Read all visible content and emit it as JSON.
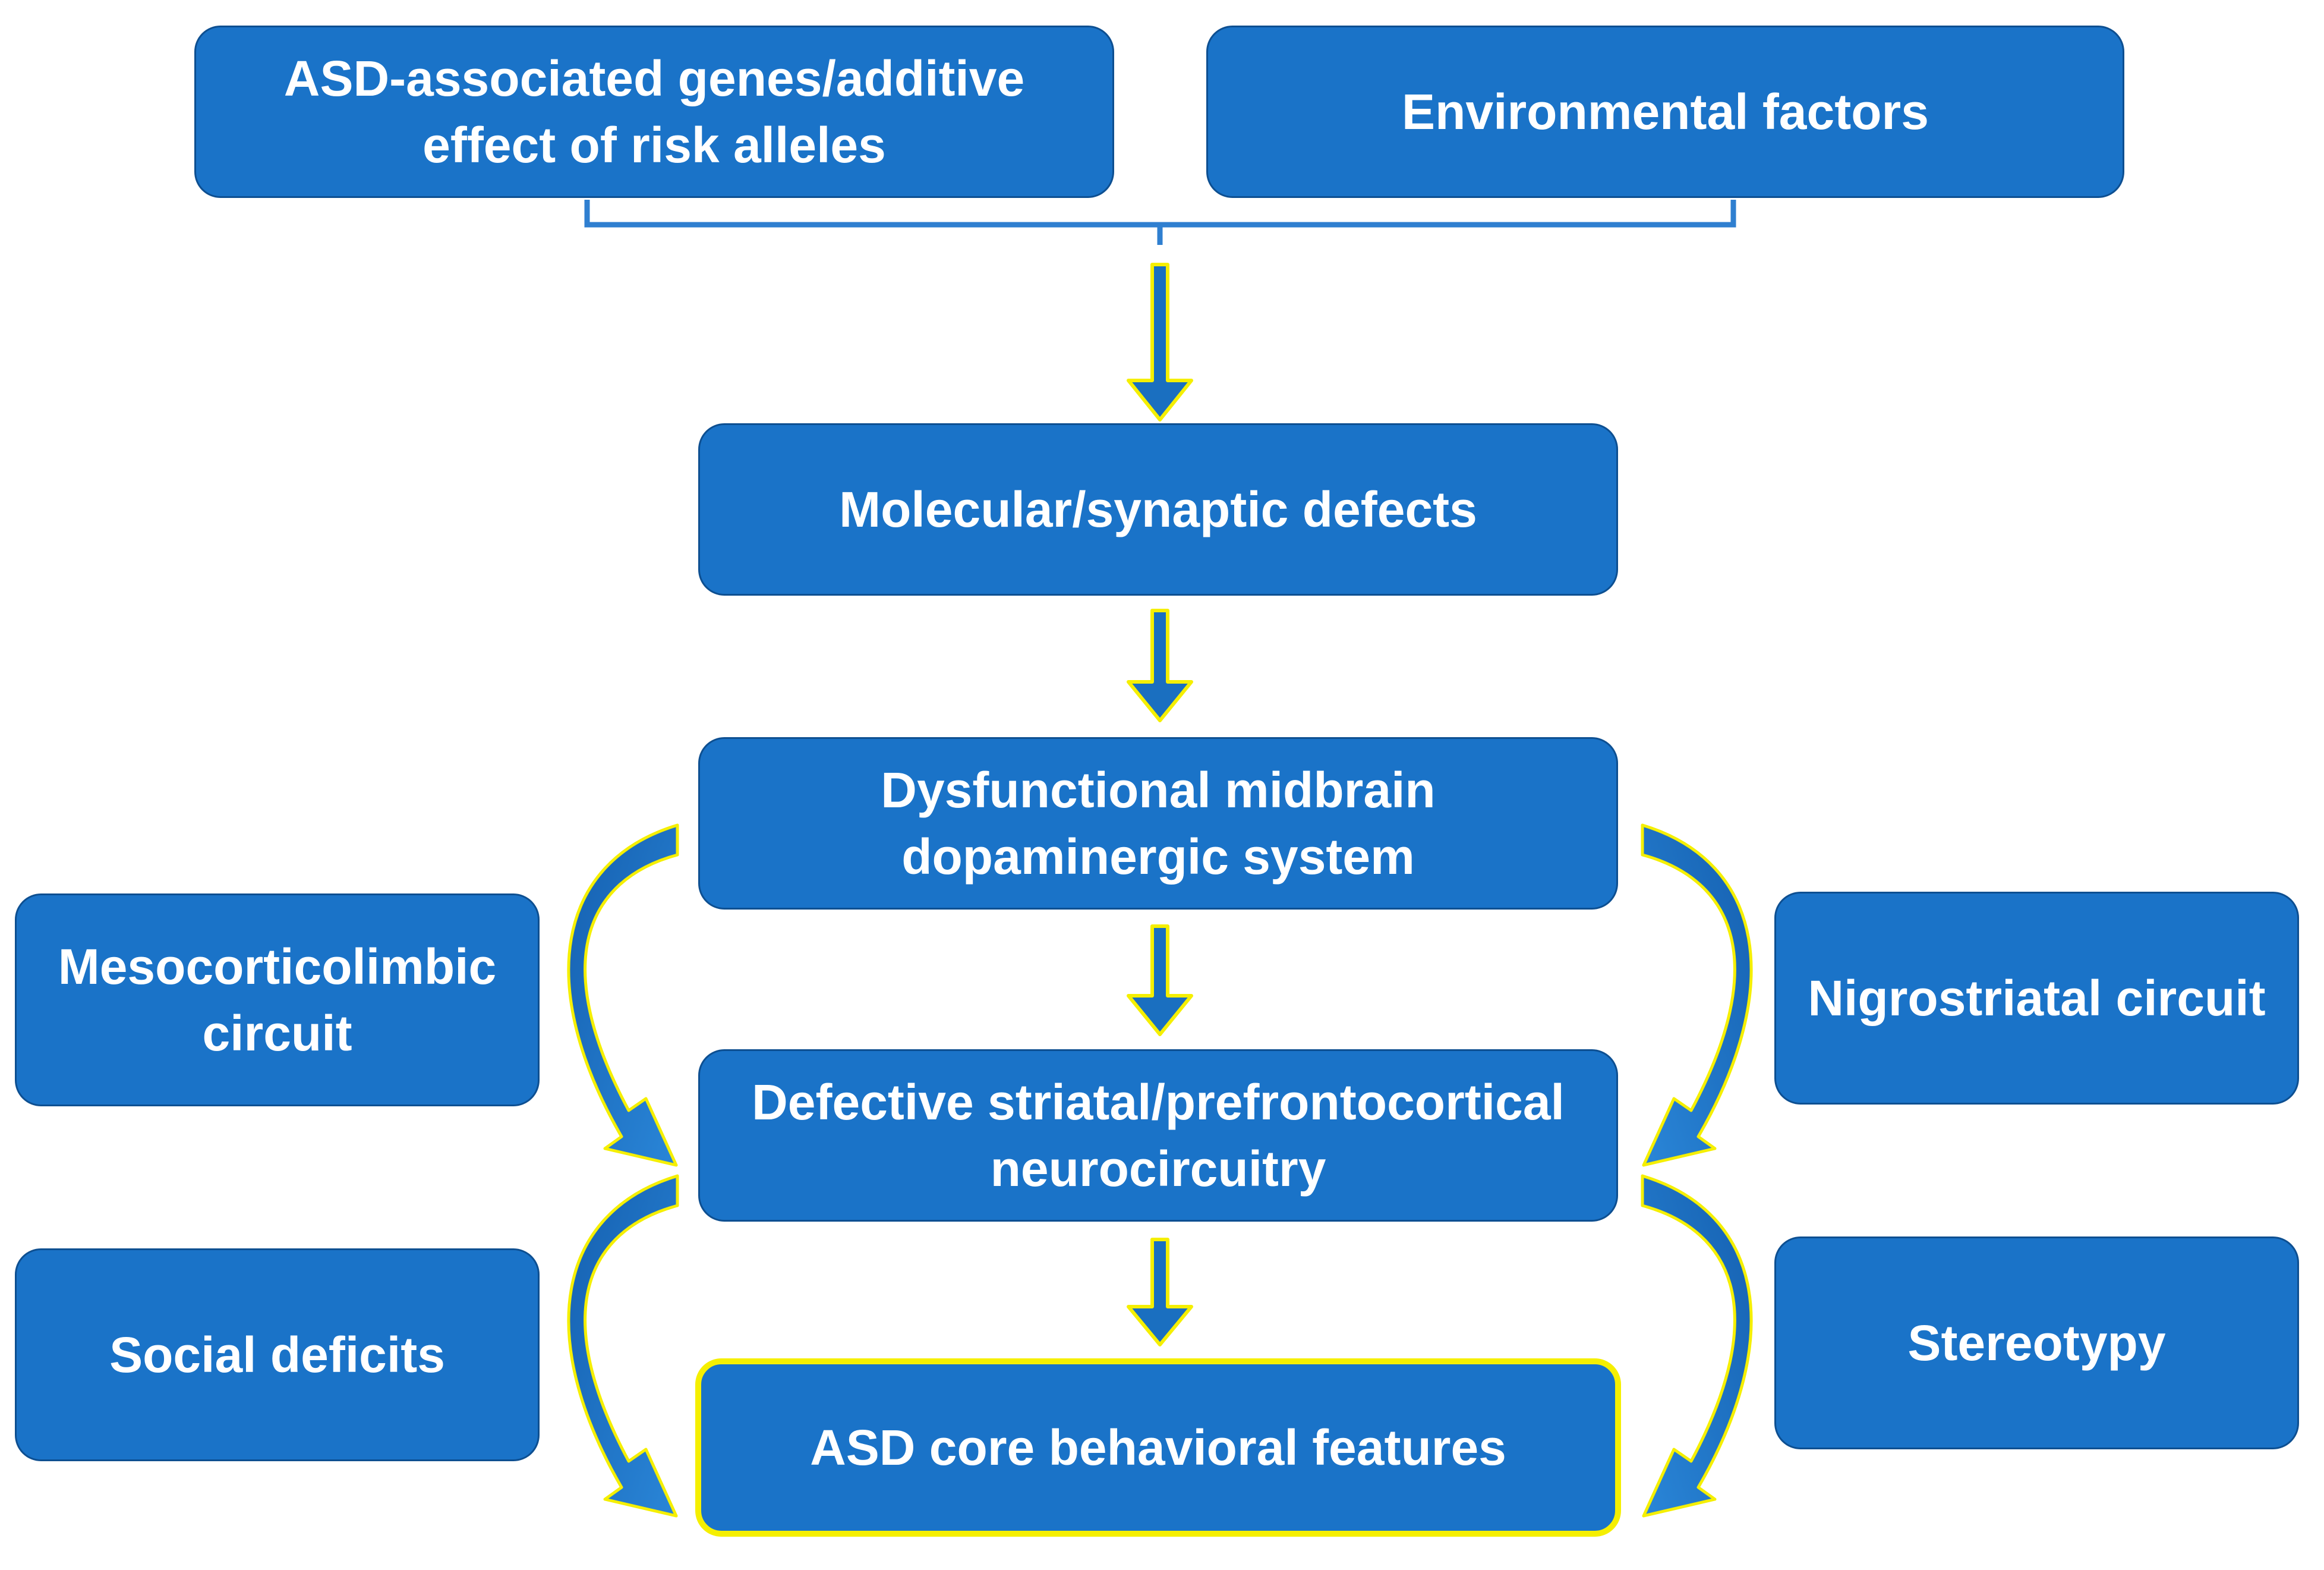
{
  "nodes": {
    "genes": "ASD-associated genes/additive effect of risk alleles",
    "environment": "Environmental factors",
    "molecular": "Molecular/synaptic defects",
    "dopamine": "Dysfunctional midbrain dopaminergic system",
    "mesocorticolimbic": "Mesocorticolimbic circuit",
    "nigrostriatal": "Nigrostriatal circuit",
    "striatal": "Defective striatal/prefrontocortical neurocircuitry",
    "social": "Social deficits",
    "stereotypy": "Stereotypy",
    "core": "ASD core behavioral features"
  },
  "colors": {
    "box_fill": "#1a73c8",
    "box_border": "#0d4f91",
    "arrow_fill": "#1a6fc0",
    "arrow_outline": "#f5ef00",
    "bracket": "#2f7fd0",
    "text": "#ffffff"
  }
}
